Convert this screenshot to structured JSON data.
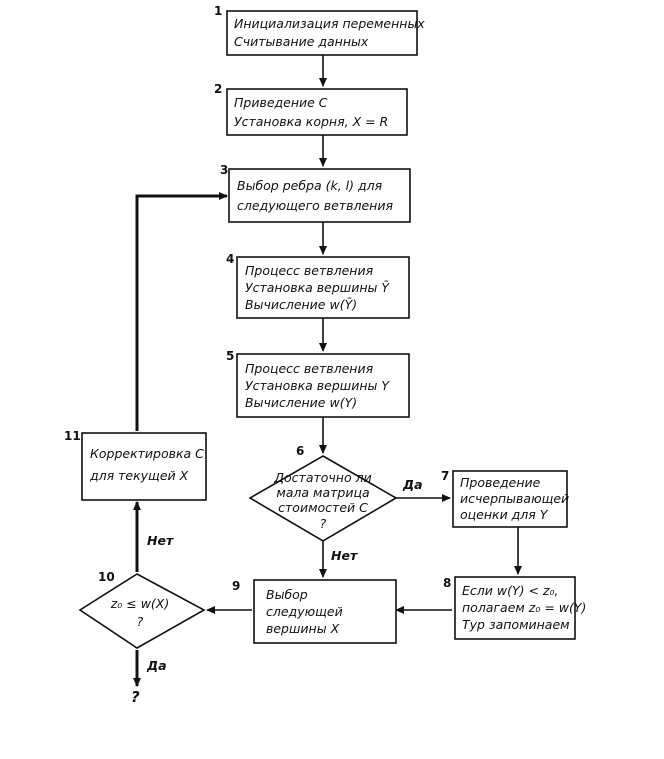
{
  "nodes": [
    {
      "id": "1",
      "lines": [
        "Инициализация переменных",
        "Считывание данных"
      ]
    },
    {
      "id": "2",
      "lines": [
        "Приведение C",
        "Установка корня,  X = R"
      ]
    },
    {
      "id": "3",
      "lines": [
        "Выбор ребра (k, l) для",
        "следующего ветвления"
      ]
    },
    {
      "id": "4",
      "lines": [
        "Процесс ветвления",
        "Установка вершины Ȳ",
        "Вычисление w(Ȳ)"
      ]
    },
    {
      "id": "5",
      "lines": [
        "Процесс ветвления",
        "Установка вершины Y",
        "Вычисление w(Y)"
      ]
    },
    {
      "id": "6",
      "lines": [
        "Достаточно ли",
        "мала матрица",
        "стоимостей C",
        "?"
      ]
    },
    {
      "id": "7",
      "lines": [
        "Проведение",
        "исчерпывающей",
        "оценки для Y"
      ]
    },
    {
      "id": "8",
      "lines": [
        "Если w(Y) < z₀,",
        "полагаем z₀ = w(Y)",
        "Тур запоминаем"
      ]
    },
    {
      "id": "9",
      "lines": [
        "Выбор",
        "следующей",
        "вершины X"
      ]
    },
    {
      "id": "10",
      "lines": [
        "z₀ ≤ w(X)",
        "?"
      ]
    },
    {
      "id": "11",
      "lines": [
        "Корректировка C",
        "для текущей X"
      ]
    }
  ],
  "edge_labels": {
    "yes_6": "Да",
    "no_6": "Нет",
    "no_10": "Нет",
    "yes_10": "Да",
    "exit": "?"
  }
}
